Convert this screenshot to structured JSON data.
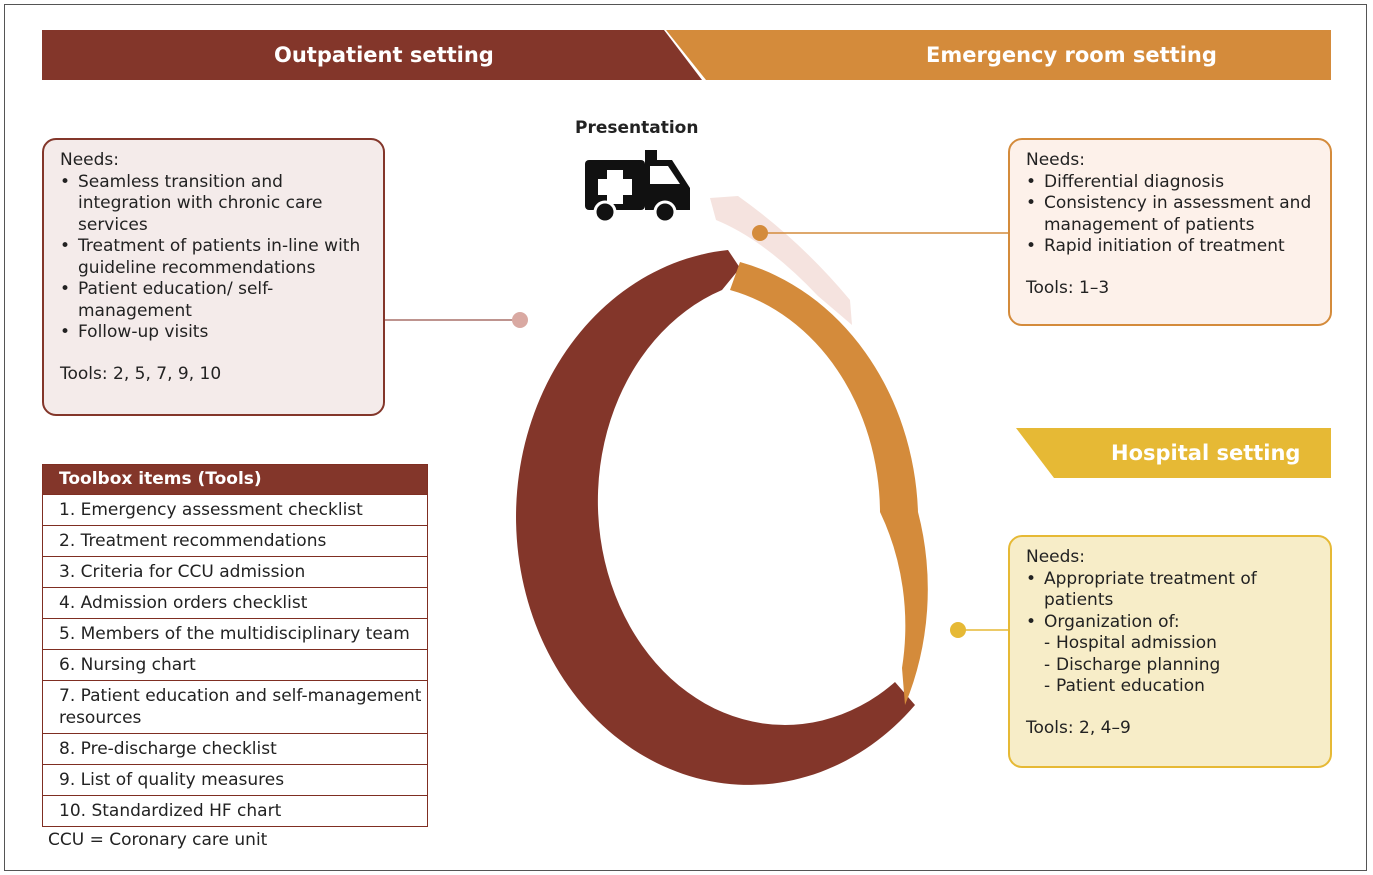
{
  "banners": {
    "outpatient": "Outpatient setting",
    "emergency": "Emergency room setting",
    "hospital": "Hospital setting"
  },
  "presentation": {
    "label": "Presentation",
    "icon": "ambulance-icon"
  },
  "colors": {
    "outpatient": "#83362a",
    "emergency": "#d48b3b",
    "hospital": "#e6b935",
    "presentation_arrow": "#f5e3df"
  },
  "outpatient_box": {
    "heading": "Needs:",
    "items": [
      "Seamless transition and integration with chronic care services",
      "Treatment of patients in-line with guideline recommendations",
      "Patient education/ self-management",
      "Follow-up visits"
    ],
    "tools": "Tools: 2, 5, 7, 9, 10"
  },
  "emergency_box": {
    "heading": "Needs:",
    "items": [
      "Differential diagnosis",
      "Consistency in assessment and management of patients",
      "Rapid initiation of treatment"
    ],
    "tools": "Tools: 1–3"
  },
  "hospital_box": {
    "heading": "Needs:",
    "items": [
      "Appropriate treatment of patients",
      "Organization of:"
    ],
    "subitems": [
      "Hospital admission",
      "Discharge planning",
      "Patient education"
    ],
    "tools": "Tools: 2, 4–9"
  },
  "toolbox": {
    "title": "Toolbox items (Tools)",
    "items": [
      "1. Emergency assessment checklist",
      "2. Treatment recommendations",
      "3. Criteria for CCU admission",
      "4. Admission orders checklist",
      "5. Members of the multidisciplinary team",
      "6. Nursing chart",
      "7. Patient education and self-management resources",
      "8. Pre-discharge checklist",
      "9. List of quality measures",
      "10. Standardized HF chart"
    ]
  },
  "abbreviation": "CCU = Coronary care unit"
}
